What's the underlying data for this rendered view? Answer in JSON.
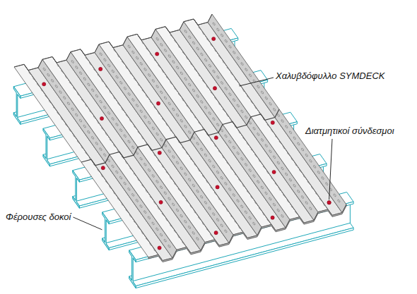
{
  "diagram": {
    "labels": [
      "Χαλυβδόφυλλο SYMDECK",
      "Διατμητικοί σύνδεσμοι",
      "Φέρουσες δοκοί"
    ]
  }
}
